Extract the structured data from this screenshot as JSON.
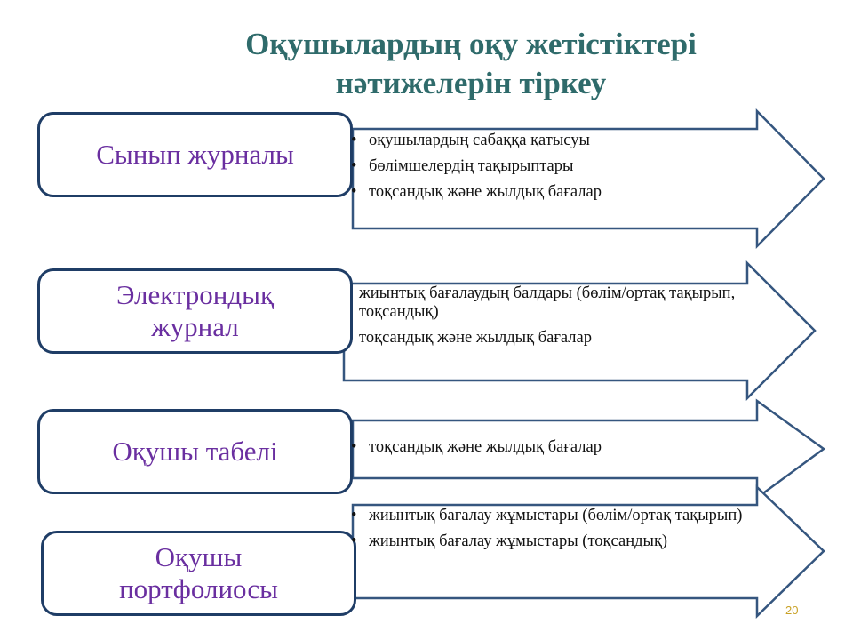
{
  "title": {
    "line1": "Оқушылардың оқу жетістіктері",
    "line2": "нәтижелерін тіркеу"
  },
  "rows": [
    {
      "label_lines": [
        "Сынып журналы"
      ],
      "items": [
        "оқушылардың сабаққа қатысуы",
        "бөлімшелердің тақырыптары",
        "тоқсандық және жылдық бағалар"
      ]
    },
    {
      "label_lines": [
        "Электрондық",
        "журнал"
      ],
      "items": [
        "жиынтық бағалаудың балдары (бөлім/ортақ тақырып, тоқсандық)",
        "тоқсандық және жылдық бағалар"
      ]
    },
    {
      "label_lines": [
        "Оқушы табелі"
      ],
      "items": [
        "тоқсандық және жылдық бағалар"
      ]
    },
    {
      "label_lines": [
        "Оқушы",
        "портфолиосы"
      ],
      "items": [
        "жиынтық бағалау жұмыстары (бөлім/ортақ тақырып)",
        "жиынтық бағалау жұмыстары (тоқсандық)"
      ]
    }
  ],
  "page_number": "20",
  "colors": {
    "title": "#2f6b6b",
    "label_text": "#6a2fa0",
    "outline": "#1f3d66",
    "page_number": "#c9a227"
  }
}
